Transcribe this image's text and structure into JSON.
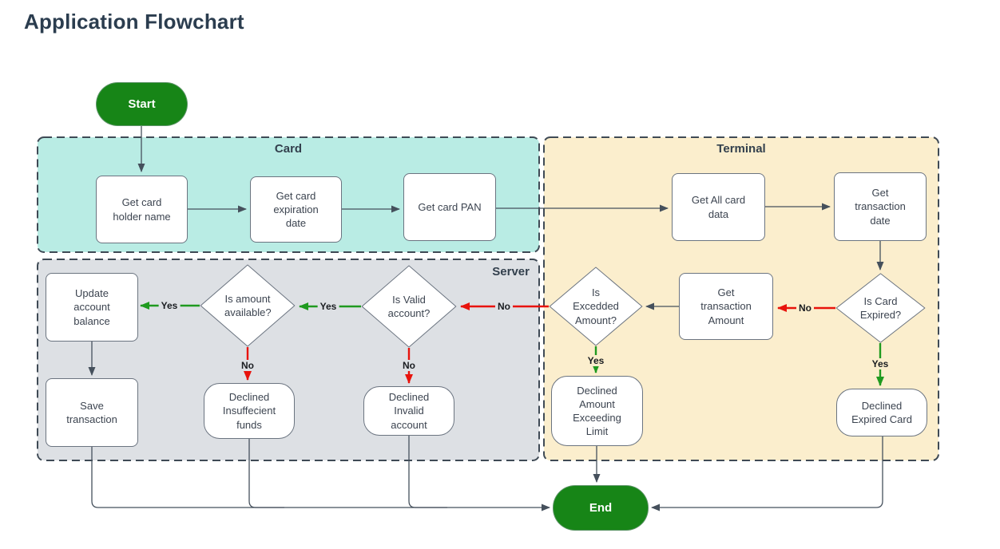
{
  "title": "Application Flowchart",
  "colors": {
    "page_bg": "#ffffff",
    "title_color": "#2b3d4f",
    "node_green": "#178517",
    "edge_green": "#1f9a1f",
    "edge_red": "#e8130c",
    "edge_dark": "#45505c",
    "border_gray": "#6b7480",
    "region_border": "#3f4a55",
    "region_label": "#33404d",
    "text_dark": "#3c4450",
    "label_dark": "#191c20",
    "node_bg": "#ffffff"
  },
  "regions": [
    {
      "id": "card",
      "label": "Card",
      "fill": "#b9ece4"
    },
    {
      "id": "terminal",
      "label": "Terminal",
      "fill": "#fbeecd"
    },
    {
      "id": "server",
      "label": "Server",
      "fill": "#dde0e4"
    }
  ],
  "nodes": {
    "start": {
      "label": "Start"
    },
    "holder": {
      "label": "Get card holder name"
    },
    "expiration": {
      "label": "Get card expiration date"
    },
    "pan": {
      "label": "Get card PAN"
    },
    "all_data": {
      "label": "Get All card data"
    },
    "trans_date": {
      "label": "Get transaction date"
    },
    "card_expired": {
      "label": "Is Card Expired?"
    },
    "trans_amount": {
      "label": "Get transaction Amount"
    },
    "excedded_amount": {
      "label": "Is Excedded Amount?"
    },
    "valid_account": {
      "label": "Is Valid account?"
    },
    "amount_available": {
      "label": "Is amount available?"
    },
    "update_balance": {
      "label": "Update account balance"
    },
    "save_transaction": {
      "label": "Save transaction"
    },
    "declined_insuffecient": {
      "label": "Declined Insuffecient funds"
    },
    "declined_invalid": {
      "label": "Declined Invalid account"
    },
    "declined_exceeding": {
      "label": "Declined Amount Exceeding Limit"
    },
    "declined_expired": {
      "label": "Declined Expired Card"
    },
    "end": {
      "label": "End"
    }
  },
  "edge_labels": {
    "yes": "Yes",
    "no": "No"
  }
}
